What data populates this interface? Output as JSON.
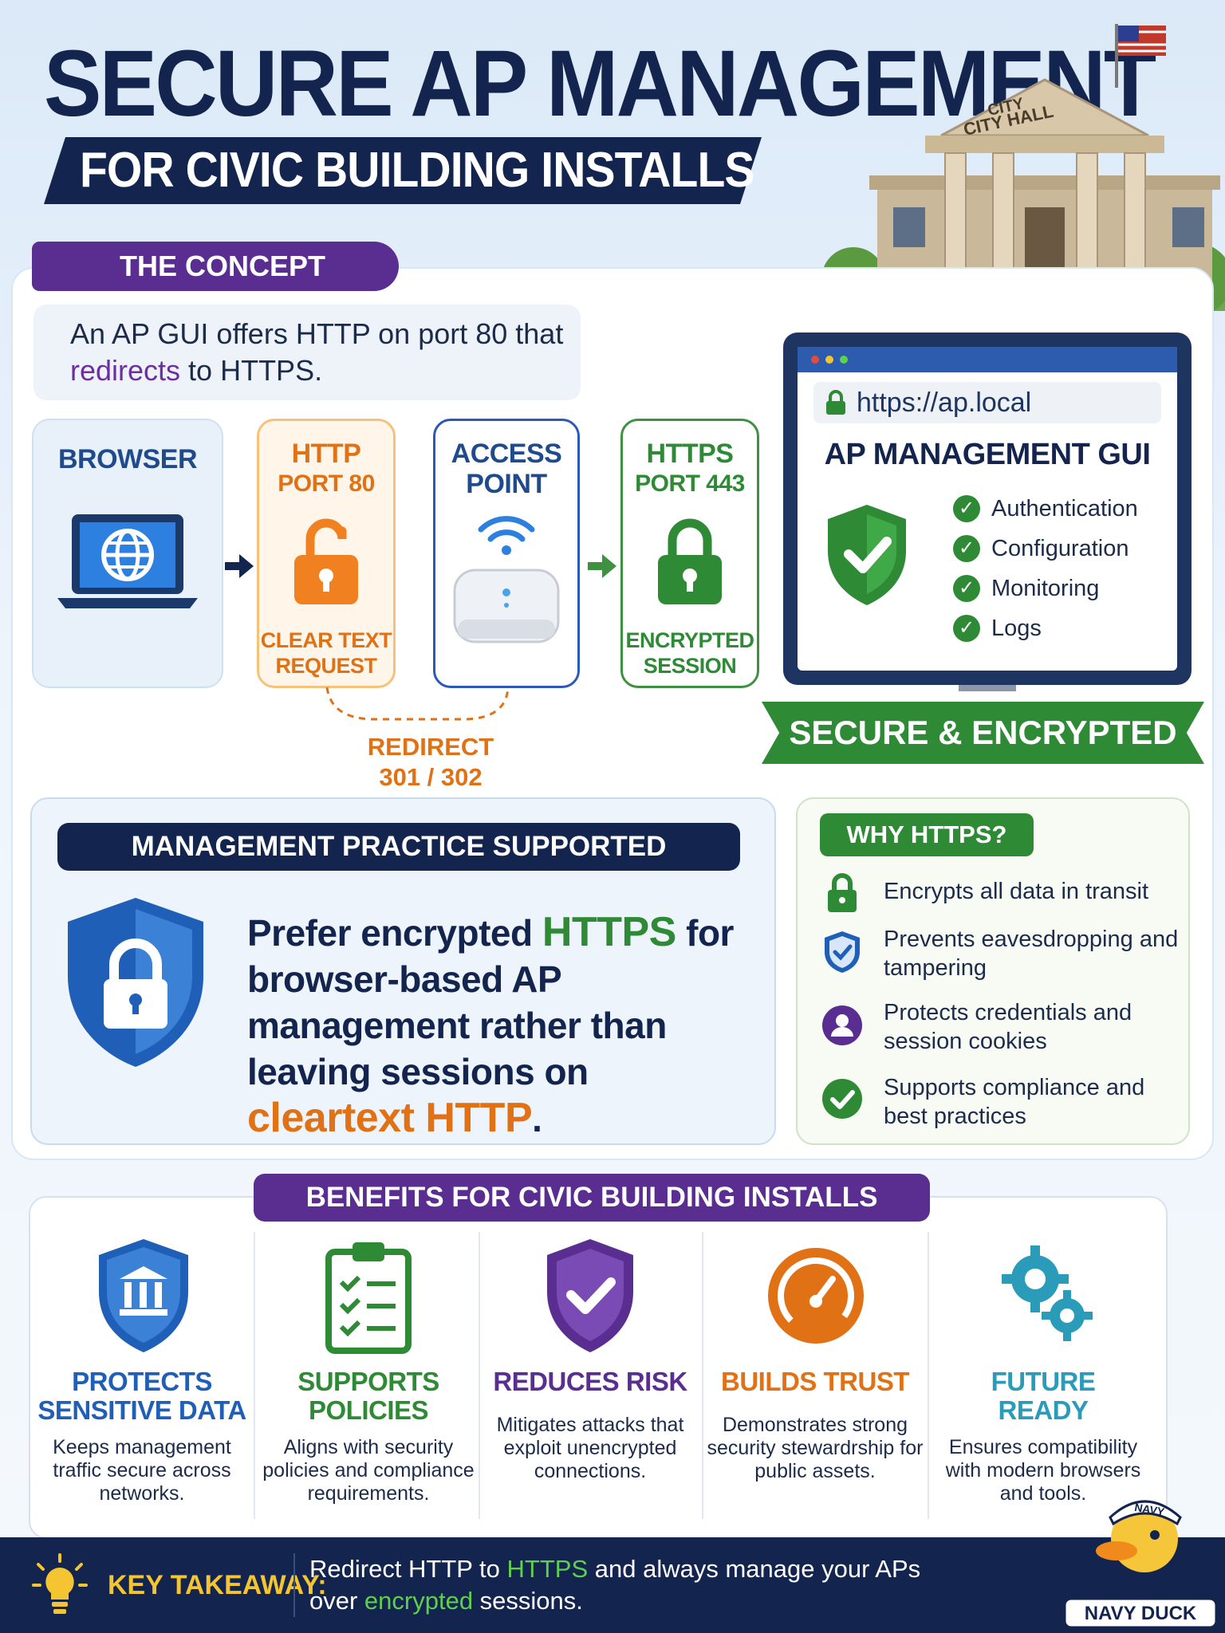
{
  "header": {
    "title": "SECURE AP MANAGEMENT",
    "subtitle": "FOR CIVIC BUILDING INSTALLS",
    "building_sign_top": "CITY",
    "building_sign": "CITY HALL"
  },
  "concept": {
    "tab": "THE CONCEPT",
    "text_before": "An AP GUI offers HTTP on port 80 that ",
    "highlight": "redirects",
    "text_after": " to HTTPS."
  },
  "flow": {
    "browser": "BROWSER",
    "http_title": "HTTP",
    "http_port": "PORT 80",
    "http_foot_1": "CLEAR TEXT",
    "http_foot_2": "REQUEST",
    "ap_title_1": "ACCESS",
    "ap_title_2": "POINT",
    "https_title": "HTTPS",
    "https_port": "PORT 443",
    "https_foot_1": "ENCRYPTED",
    "https_foot_2": "SESSION",
    "redirect_1": "REDIRECT",
    "redirect_2": "301 / 302"
  },
  "monitor": {
    "url": "https://ap.local",
    "heading": "AP MANAGEMENT GUI",
    "features": [
      "Authentication",
      "Configuration",
      "Monitoring",
      "Logs"
    ],
    "banner": "SECURE & ENCRYPTED"
  },
  "practice": {
    "tab": "MANAGEMENT PRACTICE SUPPORTED",
    "t1": "Prefer encrypted ",
    "t_https": "HTTPS",
    "t2": " for browser-based AP management rather than leaving sessions on ",
    "t_http": "cleartext HTTP",
    "t3": "."
  },
  "why": {
    "tab": "WHY HTTPS?",
    "items": [
      {
        "text": "Encrypts all data in transit",
        "icon": "lock-icon"
      },
      {
        "text": "Prevents eavesdropping and tampering",
        "icon": "shield-check-icon"
      },
      {
        "text": "Protects credentials and session cookies",
        "icon": "user-icon"
      },
      {
        "text": "Supports compliance and best practices",
        "icon": "check-circle-icon"
      }
    ]
  },
  "benefits": {
    "tab": "BENEFITS FOR CIVIC BUILDING INSTALLS",
    "items": [
      {
        "title_1": "PROTECTS",
        "title_2": "SENSITIVE DATA",
        "desc": "Keeps management traffic secure across networks.",
        "icon": "building-shield-icon",
        "color": "#1f5fb8"
      },
      {
        "title_1": "SUPPORTS",
        "title_2": "POLICIES",
        "desc": "Aligns with security policies and compliance requirements.",
        "icon": "clipboard-icon",
        "color": "#2e8a35"
      },
      {
        "title_1": "REDUCES RISK",
        "title_2": "",
        "desc": "Mitigates attacks that exploit unencrypted connections.",
        "icon": "shield-check-icon",
        "color": "#5a2d91"
      },
      {
        "title_1": "BUILDS TRUST",
        "title_2": "",
        "desc": "Demonstrates strong security stewardrship for public assets.",
        "icon": "gauge-icon",
        "color": "#e07114"
      },
      {
        "title_1": "FUTURE",
        "title_2": "READY",
        "desc": "Ensures compatibility with modern browsers and tools.",
        "icon": "gears-icon",
        "color": "#2a9bb8"
      }
    ]
  },
  "footer": {
    "key_label": "KEY TAKEAWAY:",
    "line1_a": "Redirect HTTP to ",
    "line1_https": "HTTPS",
    "line1_b": " and always manage your APs",
    "line2_a": "over ",
    "line2_enc": "encrypted",
    "line2_b": " sessions.",
    "mascot_hat": "NAVY",
    "mascot_badge": "NAVY DUCK"
  },
  "colors": {
    "navy": "#13244f",
    "purple": "#5a2d91",
    "green": "#2e8a35",
    "orange": "#e07114",
    "blue": "#1f5fb8"
  }
}
